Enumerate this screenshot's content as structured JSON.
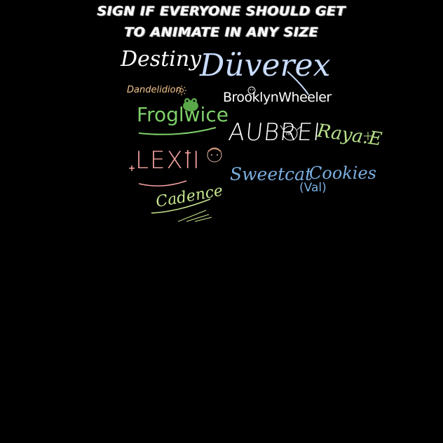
{
  "title": {
    "line1": "SIGN IF EVERYONE SHOULD GET",
    "line2": "TO ANIMATE IN ANY SIZE"
  },
  "signatures": [
    {
      "text": "Destiny",
      "color": "#ffffff"
    },
    {
      "text": "Düverex",
      "color": "#c9dcff"
    },
    {
      "text": "Dandelidion",
      "color": "#f4c48e"
    },
    {
      "text": "BrooklynWheeler",
      "color": "#ffffff"
    },
    {
      "text": "Froglwice",
      "color": "#7fcf6a"
    },
    {
      "text": "AUBREI",
      "color": "#ffffff"
    },
    {
      "text": "Raya.E",
      "color": "#b7e08a"
    },
    {
      "text": "LEXII",
      "color": "#f4a3a0"
    },
    {
      "text": "Sweetcat",
      "color": "#7aaee0"
    },
    {
      "text": "Cookies",
      "color": "#7aaee0"
    },
    {
      "text": "(Val)",
      "color": "#7aaee0"
    },
    {
      "text": "Cadence",
      "color": "#c8e88e"
    }
  ]
}
